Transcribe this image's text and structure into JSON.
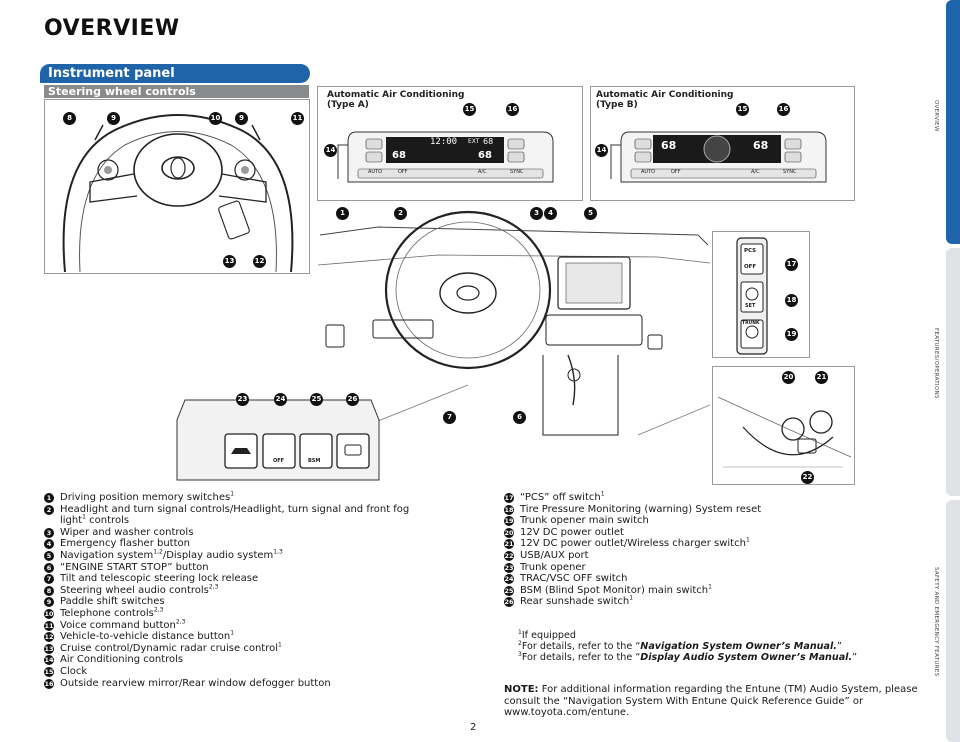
{
  "header": {
    "title": "OVERVIEW"
  },
  "section": {
    "title": "Instrument panel",
    "subtitle": "Steering wheel controls"
  },
  "ac_panels": {
    "a": {
      "label_line1": "Automatic Air Conditioning",
      "label_line2": "(Type A)",
      "display_time": "12:00",
      "temp_left": "68",
      "temp_right": "68",
      "ext_label": "EXT",
      "ext_value": "68",
      "auto": "AUTO",
      "off": "OFF",
      "ac": "A/C",
      "sync": "SYNC"
    },
    "b": {
      "label_line1": "Automatic Air Conditioning",
      "label_line2": "(Type B)",
      "temp_left": "68",
      "temp_right": "68",
      "auto": "AUTO",
      "off": "OFF",
      "ac": "A/C",
      "sync": "SYNC"
    }
  },
  "switch_labels": {
    "pcs": "PCS",
    "pcs_off": "OFF",
    "reset": "SET",
    "trunk": "TRUNK",
    "bsm": "BSM",
    "vsc_off": "OFF"
  },
  "callouts": [
    "1",
    "2",
    "3",
    "4",
    "5",
    "6",
    "7",
    "8",
    "9",
    "10",
    "11",
    "12",
    "13",
    "14",
    "15",
    "16",
    "17",
    "18",
    "19",
    "20",
    "21",
    "22",
    "23",
    "24",
    "25",
    "26"
  ],
  "left_list": [
    {
      "n": "1",
      "text": "Driving position memory switches",
      "sup": "1"
    },
    {
      "n": "2",
      "text": "Headlight and turn signal controls/Headlight, turn signal and front fog",
      "sup": ""
    },
    {
      "n": "",
      "text": "light",
      "sup": "1",
      "tail": " controls"
    },
    {
      "n": "3",
      "text": "Wiper and washer controls",
      "sup": ""
    },
    {
      "n": "4",
      "text": "Emergency flasher button",
      "sup": ""
    },
    {
      "n": "5",
      "text": "Navigation system",
      "sup": "1,2",
      "tail": "/Display audio system",
      "sup2": "1,3"
    },
    {
      "n": "6",
      "text": "“ENGINE START STOP” button",
      "sup": ""
    },
    {
      "n": "7",
      "text": "Tilt and telescopic steering lock release",
      "sup": ""
    },
    {
      "n": "8",
      "text": "Steering wheel audio controls",
      "sup": "2,3"
    },
    {
      "n": "9",
      "text": "Paddle shift switches",
      "sup": ""
    },
    {
      "n": "10",
      "text": "Telephone controls",
      "sup": "2,3"
    },
    {
      "n": "11",
      "text": "Voice command button",
      "sup": "2,3"
    },
    {
      "n": "12",
      "text": "Vehicle-to-vehicle distance button",
      "sup": "1"
    },
    {
      "n": "13",
      "text": "Cruise control/Dynamic radar cruise control",
      "sup": "1"
    },
    {
      "n": "14",
      "text": "Air Conditioning controls",
      "sup": ""
    },
    {
      "n": "15",
      "text": "Clock",
      "sup": ""
    },
    {
      "n": "16",
      "text": "Outside rearview mirror/Rear window defogger button",
      "sup": ""
    }
  ],
  "right_list": [
    {
      "n": "17",
      "text": "“PCS” off switch",
      "sup": "1"
    },
    {
      "n": "18",
      "text": "Tire Pressure Monitoring (warning) System reset",
      "sup": ""
    },
    {
      "n": "19",
      "text": "Trunk opener main switch",
      "sup": ""
    },
    {
      "n": "20",
      "text": "12V DC power outlet",
      "sup": ""
    },
    {
      "n": "21",
      "text": "12V DC power outlet/Wireless charger switch",
      "sup": "1"
    },
    {
      "n": "22",
      "text": "USB/AUX port",
      "sup": ""
    },
    {
      "n": "23",
      "text": "Trunk opener",
      "sup": ""
    },
    {
      "n": "24",
      "text": "TRAC/VSC OFF switch",
      "sup": ""
    },
    {
      "n": "25",
      "text": "BSM (Blind Spot Monitor) main switch",
      "sup": "1"
    },
    {
      "n": "26",
      "text": "Rear sunshade switch",
      "sup": "1"
    }
  ],
  "footnotes": [
    {
      "sup": "1",
      "pre": "If equipped",
      "em": "",
      "post": ""
    },
    {
      "sup": "2",
      "pre": "For details, refer to the “",
      "em": "Navigation System Owner’s Manual.",
      "post": "”"
    },
    {
      "sup": "3",
      "pre": "For details, refer to the “",
      "em": "Display Audio System Owner’s Manual.",
      "post": "”"
    }
  ],
  "note": {
    "label": "NOTE:",
    "line1": " For additional information regarding the Entune (TM) Audio System, please",
    "line2": "consult the “Navigation System With Entune Quick Reference Guide” or",
    "line3": "www.toyota.com/entune."
  },
  "sidebar": {
    "overview": "OVERVIEW",
    "features": "FEATURES/OPERATIONS",
    "safety": "SAFETY AND EMERGENCY FEATURES"
  },
  "page_number": "2",
  "colors": {
    "accent": "#1f63a8",
    "subbar": "#888a8c",
    "side_active": "#1f63a8",
    "side_inactive": "#dfe3e8"
  }
}
